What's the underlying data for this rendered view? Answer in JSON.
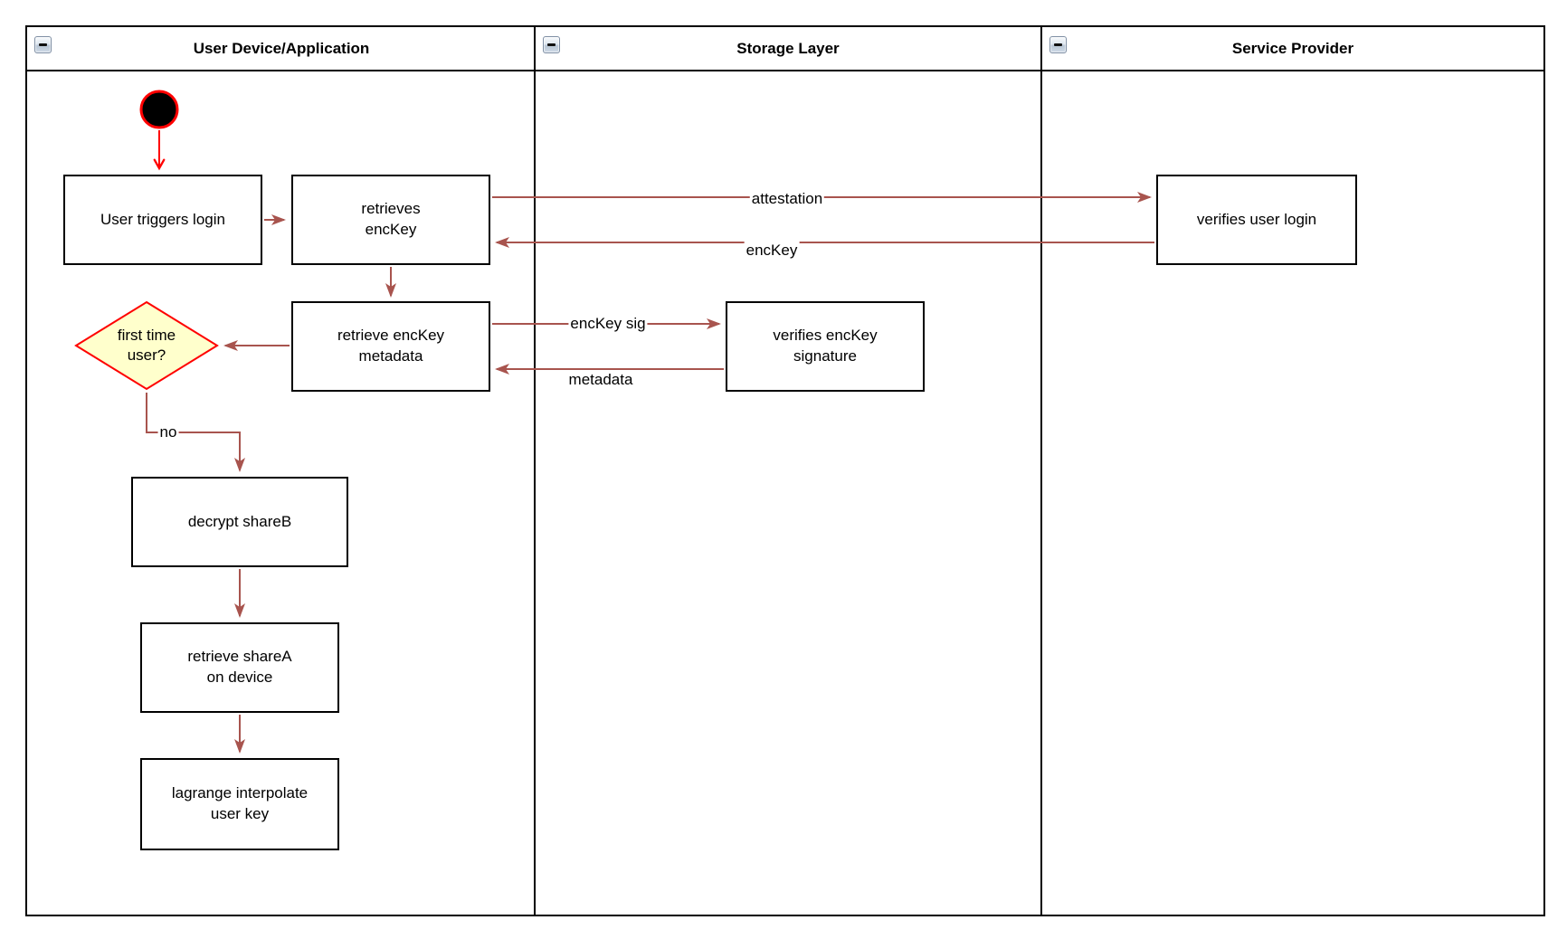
{
  "diagram": {
    "kind": "uml-activity-swimlane-diagram",
    "lanes": [
      {
        "title": "User Device/Application",
        "collapse_icon": "minus-icon"
      },
      {
        "title": "Storage Layer",
        "collapse_icon": "minus-icon"
      },
      {
        "title": "Service Provider",
        "collapse_icon": "minus-icon"
      }
    ],
    "nodes": {
      "start": {
        "type": "initial-node"
      },
      "user_triggers_login": {
        "label": "User triggers login"
      },
      "retrieves_enckey": {
        "label": "retrieves\nencKey"
      },
      "retrieve_enckey_metadata": {
        "label": "retrieve encKey\nmetadata"
      },
      "first_time_user": {
        "label": "first time\nuser?"
      },
      "decrypt_shareb": {
        "label": "decrypt shareB"
      },
      "retrieve_sharea_on_device": {
        "label": "retrieve shareA\non device"
      },
      "lagrange_interpolate_user_key": {
        "label": "lagrange interpolate\nuser key"
      },
      "verifies_enckey_signature": {
        "label": "verifies encKey\nsignature"
      },
      "verifies_user_login": {
        "label": "verifies user login"
      }
    },
    "edge_labels": {
      "attestation": "attestation",
      "enckey": "encKey",
      "enckey_sig": "encKey sig",
      "metadata": "metadata",
      "no": "no"
    },
    "colors": {
      "edge_brown": "#a8544e",
      "edge_red": "#ff0000",
      "start_fill": "#000000",
      "start_stroke": "#ff0000",
      "diamond_fill": "#ffffcc",
      "diamond_stroke": "#ff0000",
      "node_fill": "#ffffff",
      "node_border": "#000000"
    }
  }
}
